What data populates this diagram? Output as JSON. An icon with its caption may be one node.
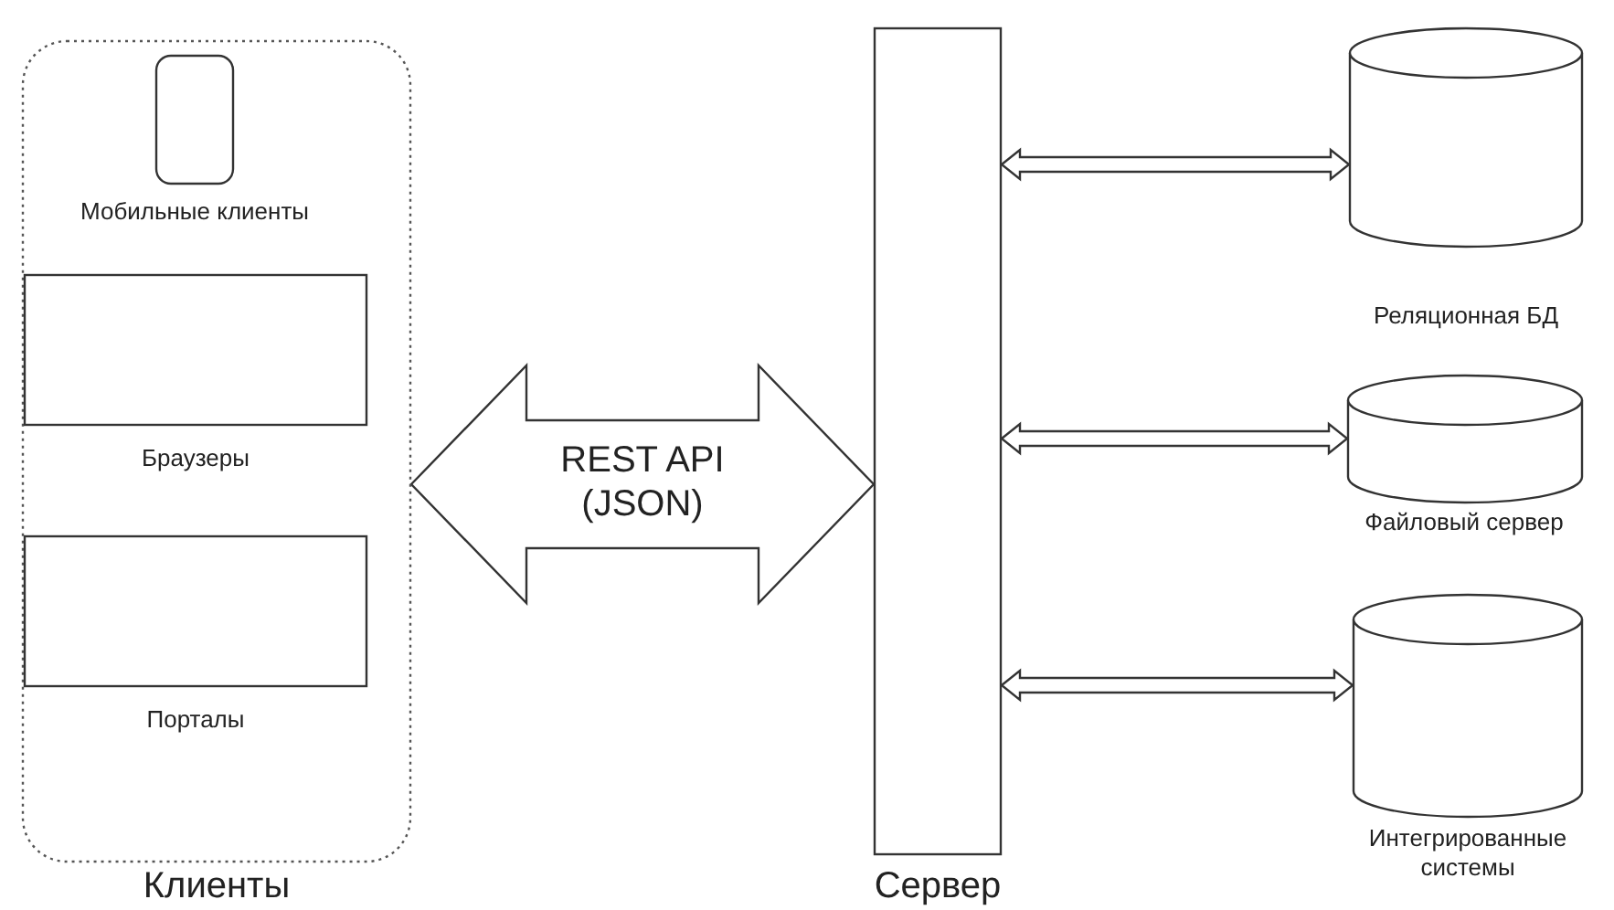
{
  "diagram": {
    "nodes": [
      {
        "text": [
          "Клиенты"
        ]
      },
      {
        "text": [
          "Мобильные клиенты"
        ],
        "in": 0
      },
      {
        "text": [
          "Браузеры"
        ],
        "in": 0
      },
      {
        "text": [
          "Порталы"
        ],
        "in": 0
      },
      {
        "text": [
          "Сервер"
        ]
      },
      {
        "text": [
          "Реляционная БД"
        ]
      },
      {
        "text": [
          "Файловый сервер"
        ]
      },
      {
        "text": [
          "Интегрированные системы"
        ]
      }
    ],
    "edges": [
      {
        "from": 0,
        "to": 4,
        "arrow": "both",
        "label": "REST API (JSON)",
        "style": "thick"
      },
      {
        "from": 4,
        "to": 5,
        "arrow": "both"
      },
      {
        "from": 4,
        "to": 6,
        "arrow": "both"
      },
      {
        "from": 4,
        "to": 7,
        "arrow": "both"
      }
    ]
  }
}
